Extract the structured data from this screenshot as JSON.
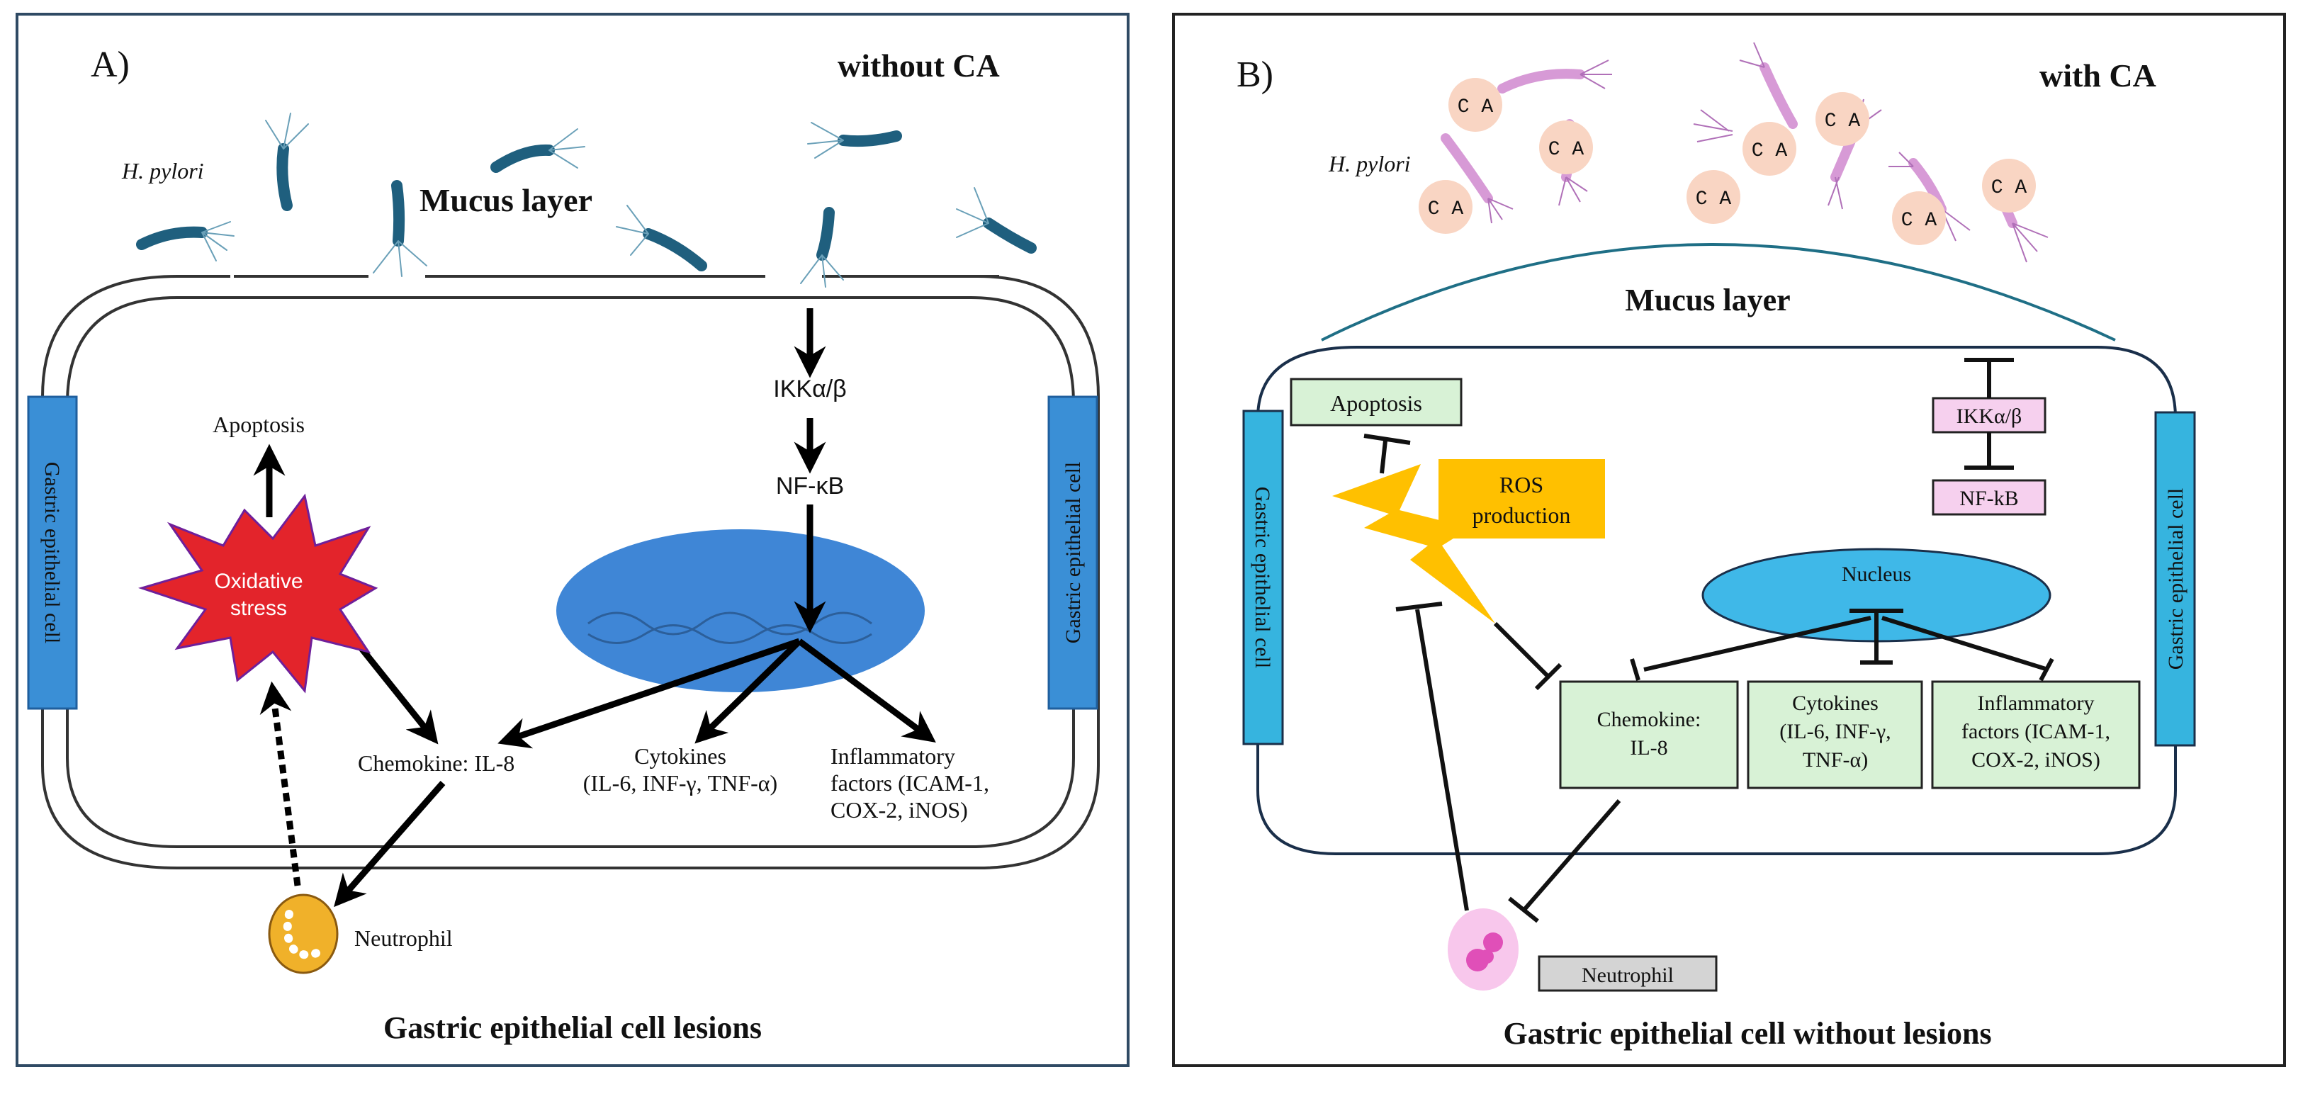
{
  "panel_a": {
    "label": "A)",
    "condition": "without CA",
    "bacteria_label": "H. pylori",
    "mucus_label": "Mucus layer",
    "left_cell_label": "Gastric epithelial cell",
    "right_cell_label": "Gastric epithelial cell",
    "apoptosis": "Apoptosis",
    "oxidative_stress": [
      "Oxidative",
      "stress"
    ],
    "ikk": "IKKα/β",
    "nfkb": "NF-κB",
    "chemokine": "Chemokine: IL-8",
    "cytokines": [
      "Cytokines",
      "(IL-6, INF-γ, TNF-α)"
    ],
    "inflammatory": [
      "Inflammatory",
      "factors (ICAM-1,",
      "COX-2, iNOS)"
    ],
    "neutrophil": "Neutrophil",
    "caption": "Gastric epithelial cell lesions"
  },
  "panel_b": {
    "label": "B)",
    "condition": "with CA",
    "bacteria_label": "H. pylori",
    "ca_label": "C A",
    "mucus_label": "Mucus layer",
    "left_cell_label": "Gastric epithelial cell",
    "right_cell_label": "Gastric epithelial cell",
    "apoptosis": "Apoptosis",
    "ros": [
      "ROS",
      "production"
    ],
    "ikk": "IKKα/β",
    "nfkb": "NF-kB",
    "nucleus": "Nucleus",
    "chemokine": [
      "Chemokine:",
      "IL-8"
    ],
    "cytokines": [
      "Cytokines",
      "(IL-6, INF-γ,",
      "TNF-α)"
    ],
    "inflammatory": [
      "Inflammatory",
      "factors (ICAM-1,",
      "COX-2, iNOS)"
    ],
    "neutrophil": "Neutrophil",
    "caption": "Gastric epithelial cell without lesions"
  },
  "colors": {
    "panel_border": "#2f4a64",
    "bacteria_a": "#1f5f7e",
    "bacteria_b": "#d79ad6",
    "ca_circle": "#f9d5c3",
    "side_bar_a": "#3a8fd6",
    "side_bar_b": "#36b4df",
    "nucleus_a": "#3f86d6",
    "nucleus_b": "#3fb8e8",
    "oxidative_star": "#e3242b",
    "green_box": "#d8f2d6",
    "pink_box": "#f6d0ee",
    "ros_box": "#ffc000",
    "lightning": "#ffc000",
    "neutrophil_a": "#f0b12a",
    "neutrophil_b": "#f8c7ec",
    "grey_box": "#d4d4d4"
  }
}
